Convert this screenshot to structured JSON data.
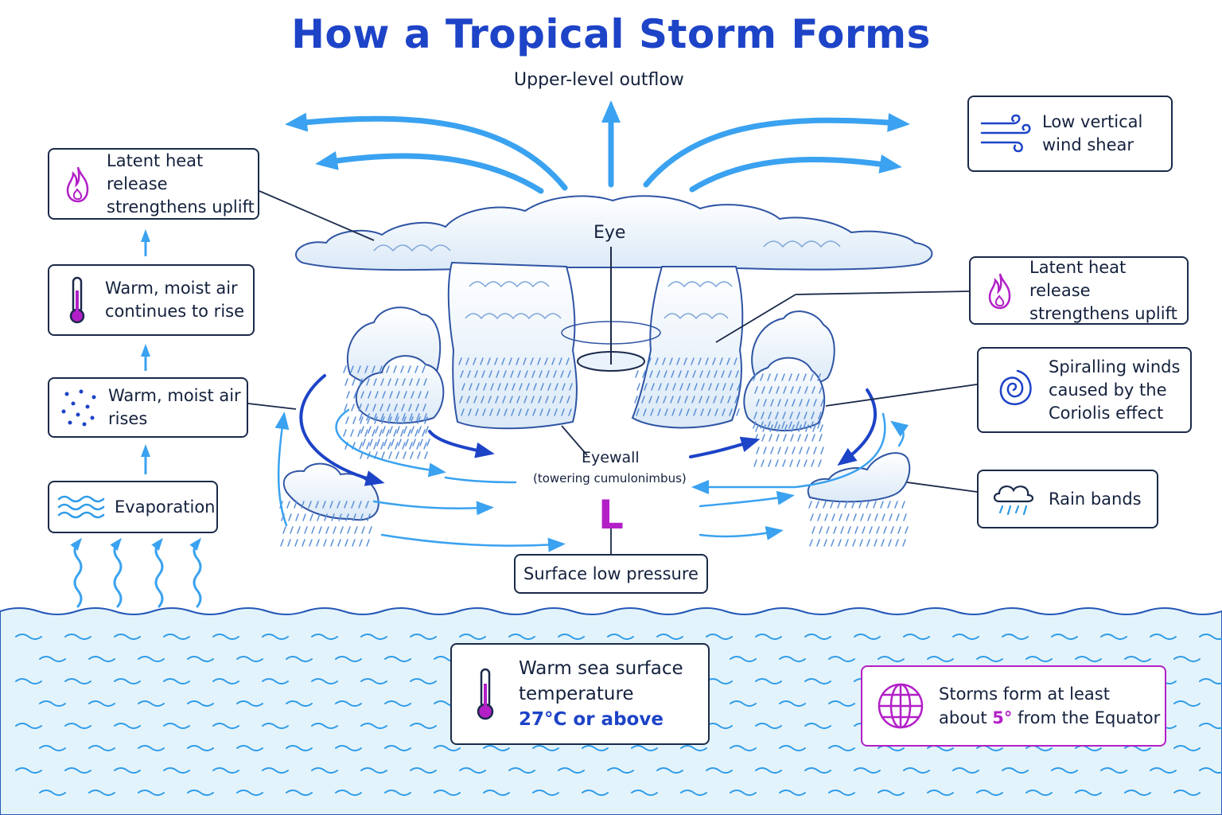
{
  "title": "How a Tropical Storm Forms",
  "labels": {
    "outflow": "Upper-level outflow",
    "eye": "Eye",
    "eyewall": "Eyewall",
    "eyewall_sub": "(towering cumulonimbus)",
    "low_symbol": "L",
    "surface_low": "Surface low pressure"
  },
  "left_steps": [
    {
      "icon": "flame-icon",
      "lines": [
        "Latent heat release",
        "strengthens uplift"
      ]
    },
    {
      "icon": "thermometer-icon",
      "lines": [
        "Warm, moist air",
        "continues to rise"
      ]
    },
    {
      "icon": "dots-icon",
      "lines": [
        "Warm, moist air",
        "rises"
      ]
    },
    {
      "icon": "waves-icon",
      "lines": [
        "Evaporation"
      ]
    }
  ],
  "right_boxes": [
    {
      "icon": "wind-icon",
      "lines": [
        "Low vertical",
        "wind shear"
      ]
    },
    {
      "icon": "flame-icon",
      "lines": [
        "Latent heat release",
        "strengthens uplift"
      ]
    },
    {
      "icon": "spiral-icon",
      "lines": [
        "Spiralling winds",
        "caused by the",
        "Coriolis effect"
      ]
    },
    {
      "icon": "rain-cloud-icon",
      "lines": [
        "Rain bands"
      ]
    }
  ],
  "sea_temp": {
    "line1": "Warm sea surface",
    "line2": "temperature",
    "highlight": "27°C or above"
  },
  "equator": {
    "line1": "Storms form at least",
    "line2_prefix": "about ",
    "highlight": "5°",
    "line2_suffix": " from the Equator"
  },
  "colors": {
    "title_blue": "#1d43c7",
    "arrow_light": "#3aa2f0",
    "arrow_dark": "#1d43c7",
    "magenta": "#b21fc7",
    "sea": "#e3f3fb",
    "wave": "#2e9be8",
    "box_border": "#1b2a4a"
  }
}
